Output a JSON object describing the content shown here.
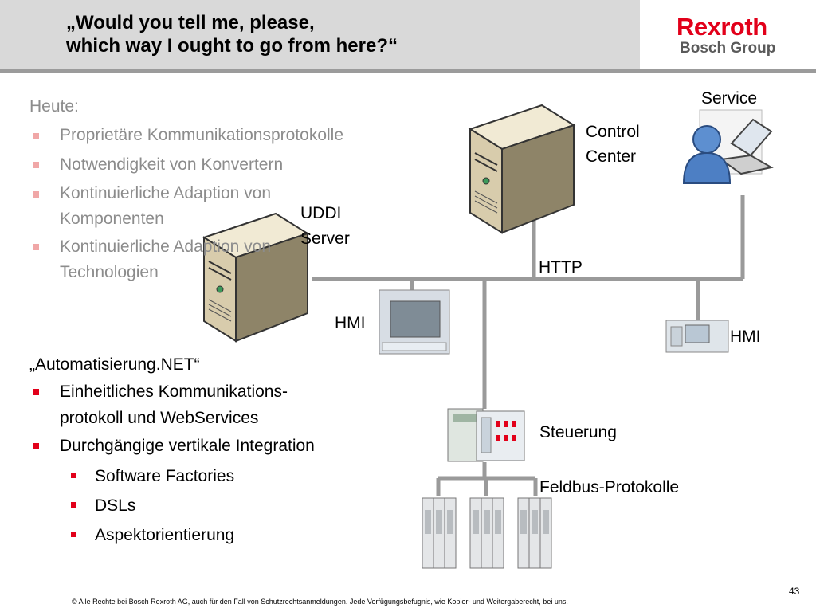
{
  "header": {
    "title_line1": "„Would you tell me, please,",
    "title_line2": "which way I ought to go from here?“",
    "logo_main": "Rexroth",
    "logo_sub": "Bosch Group"
  },
  "today": {
    "heading": "Heute:",
    "items": [
      "Proprietäre Kommunikationsprotokolle",
      "Notwendigkeit von Konvertern",
      "Kontinuierliche Adaption von",
      "Komponenten",
      "Kontinuierliche Adaption von",
      "Technologien"
    ]
  },
  "future": {
    "heading": "„Automatisierung.NET“",
    "items": [
      "Einheitliches Kommunikations-",
      "protokoll und WebServices",
      "Durchgängige vertikale Integration"
    ],
    "subitems": [
      "Software Factories",
      "DSLs",
      "Aspektorientierung"
    ]
  },
  "diagram": {
    "service": "Service",
    "control_center_1": "Control",
    "control_center_2": "Center",
    "uddi_1": "UDDI",
    "uddi_2": "Server",
    "http": "HTTP",
    "hmi_left": "HMI",
    "hmi_right": "HMI",
    "steuerung": "Steuerung",
    "feldbus": "Feldbus-Protokolle"
  },
  "footer": {
    "copyright": "© Alle Rechte bei Bosch Rexroth AG, auch für den Fall von Schutzrechtsanmeldungen. Jede Verfügungsbefugnis, wie Kopier- und Weitergaberecht, bei uns.",
    "page": "43"
  },
  "colors": {
    "accent": "#e2001a",
    "header_gray": "#d9d9d9",
    "text_gray": "#8c8c8c"
  }
}
